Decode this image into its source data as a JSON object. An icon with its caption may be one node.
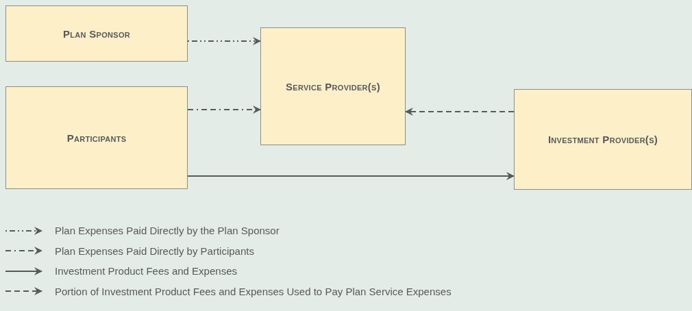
{
  "diagram": {
    "nodes": [
      {
        "text": [
          "Plan Sponsor"
        ]
      },
      {
        "text": [
          "Participants"
        ]
      },
      {
        "text": [
          "Service Provider(s)"
        ]
      },
      {
        "text": [
          "Investment Provider(s)"
        ]
      }
    ],
    "edges": [
      {
        "from": 0,
        "to": 2,
        "arrow": "to",
        "style": "dashed"
      },
      {
        "from": 1,
        "to": 2,
        "arrow": "to",
        "style": "dashed"
      },
      {
        "from": 3,
        "to": 2,
        "arrow": "to",
        "style": "dashed"
      },
      {
        "from": 1,
        "to": 3,
        "arrow": "to"
      }
    ],
    "legend": [
      {
        "text": "Plan Expenses Paid Directly by the Plan Sponsor"
      },
      {
        "text": "Plan Expenses Paid Directly by Participants"
      },
      {
        "text": "Investment Product Fees and Expenses"
      },
      {
        "text": "Portion of Investment Product Fees and Expenses Used to Pay Plan Service Expenses"
      }
    ]
  }
}
